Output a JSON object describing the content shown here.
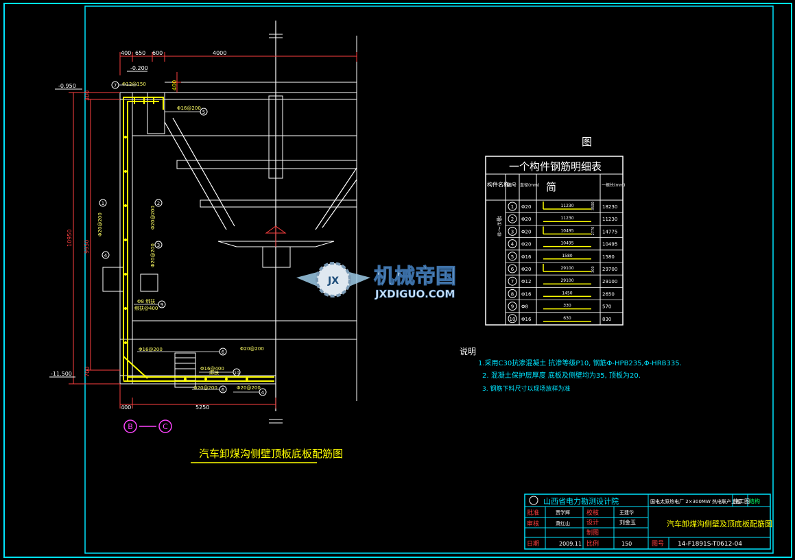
{
  "dims_top": [
    "400",
    "650",
    "600",
    "4000"
  ],
  "dims_bottom": [
    "400",
    "5250"
  ],
  "dims_left": [
    "300",
    "10950",
    "9950",
    "700"
  ],
  "dim_400_side": "400",
  "elevations": {
    "top": "-0.950",
    "top2": "-0.200",
    "bottom": "-11.500"
  },
  "rebar_labels": {
    "r7": "Φ12@150",
    "r5": "Φ16@200",
    "r1": "Φ20@200",
    "r2": "Φ20@200",
    "r3": "Φ20@200",
    "r9a": "Φ8  绑扶",
    "r9b": "绑扶@400",
    "r6a": "Φ16@200",
    "r6b": "Φ20@200",
    "r10": "绑扶",
    "r4a": "Φ20@200",
    "r4b": "Φ20@200",
    "r8": "Φ16@400"
  },
  "circled_numbers": [
    "7",
    "5",
    "1",
    "2",
    "3",
    "4",
    "9",
    "6",
    "10",
    "6",
    "4"
  ],
  "axis_labels": [
    "B",
    "C"
  ],
  "drawing_title": "汽车卸煤沟侧壁顶板底板配筋图",
  "table": {
    "top_label": "图",
    "title": "一个构件钢筋明细表",
    "headers": [
      "构件名称",
      "编号",
      "直径(mm)",
      "简",
      "一根长(mm)"
    ],
    "group_label": "墙①〜⑩",
    "rows": [
      {
        "no": "1",
        "dia": "Φ20",
        "shape": "11230",
        "len": "18230",
        "side": "3500"
      },
      {
        "no": "2",
        "dia": "Φ20",
        "shape": "11230",
        "len": "11230",
        "side": ""
      },
      {
        "no": "3",
        "dia": "Φ20",
        "shape": "10495",
        "len": "14775",
        "side": "2770"
      },
      {
        "no": "4",
        "dia": "Φ20",
        "shape": "10495",
        "len": "10495",
        "side": ""
      },
      {
        "no": "5",
        "dia": "Φ16",
        "shape": "1580",
        "len": "1580",
        "side": ""
      },
      {
        "no": "6",
        "dia": "Φ20",
        "shape": "29100",
        "len": "29700",
        "side": "300"
      },
      {
        "no": "7",
        "dia": "Φ12",
        "shape": "29100",
        "len": "29100",
        "side": ""
      },
      {
        "no": "8",
        "dia": "Φ16",
        "shape": "1450",
        "len": "2650",
        "side": ""
      },
      {
        "no": "9",
        "dia": "Φ8",
        "shape": "330",
        "len": "570",
        "side": ""
      },
      {
        "no": "10",
        "dia": "Φ16",
        "shape": "630",
        "len": "830",
        "side": ""
      }
    ]
  },
  "notes": {
    "title": "说明",
    "items": [
      "1.采用C30抗渗混凝土 抗渗等级P10, 钢筋Φ-HPB235,Φ-HRB335.",
      "2. 混凝土保护层厚度 底板及侧壁均为35, 顶板为20.",
      "3. 钢筋下料尺寸以现场放样为准"
    ]
  },
  "watermark": {
    "cn": "机械帝国",
    "en": "JXDIGUO.COM",
    "badge": "JX"
  },
  "title_block": {
    "company": "山西省电力勘测设计院",
    "project": "国电太原热电厂 2×300MW 热电联产工程",
    "stage": "施工图",
    "stage2": "结构",
    "sheet_title": "汽车卸煤沟侧壁及顶底板配筋图",
    "rows": [
      {
        "k1": "批准",
        "v1": "贾学辉",
        "k2": "校核",
        "v2": "王建华"
      },
      {
        "k1": "审核",
        "v1": "萧红山",
        "k2": "设计",
        "v2": "刘金玉"
      },
      {
        "k1": "",
        "v1": "",
        "k2": "制图",
        "v2": ""
      },
      {
        "k1": "日期",
        "v1": "2009.11",
        "k2": "比例",
        "v2": "150"
      }
    ],
    "drawing_no_label": "图号",
    "drawing_no": "14-F1891S-T0612-04"
  },
  "colors": {
    "background": "#000000",
    "border": "#00e5ff",
    "rebar": "#ffff00",
    "lines": "#ffffff",
    "dims": "#ff4040",
    "text_green": "#00ff66",
    "axis": "#ff44ff",
    "title_yellow": "#ffff00"
  }
}
